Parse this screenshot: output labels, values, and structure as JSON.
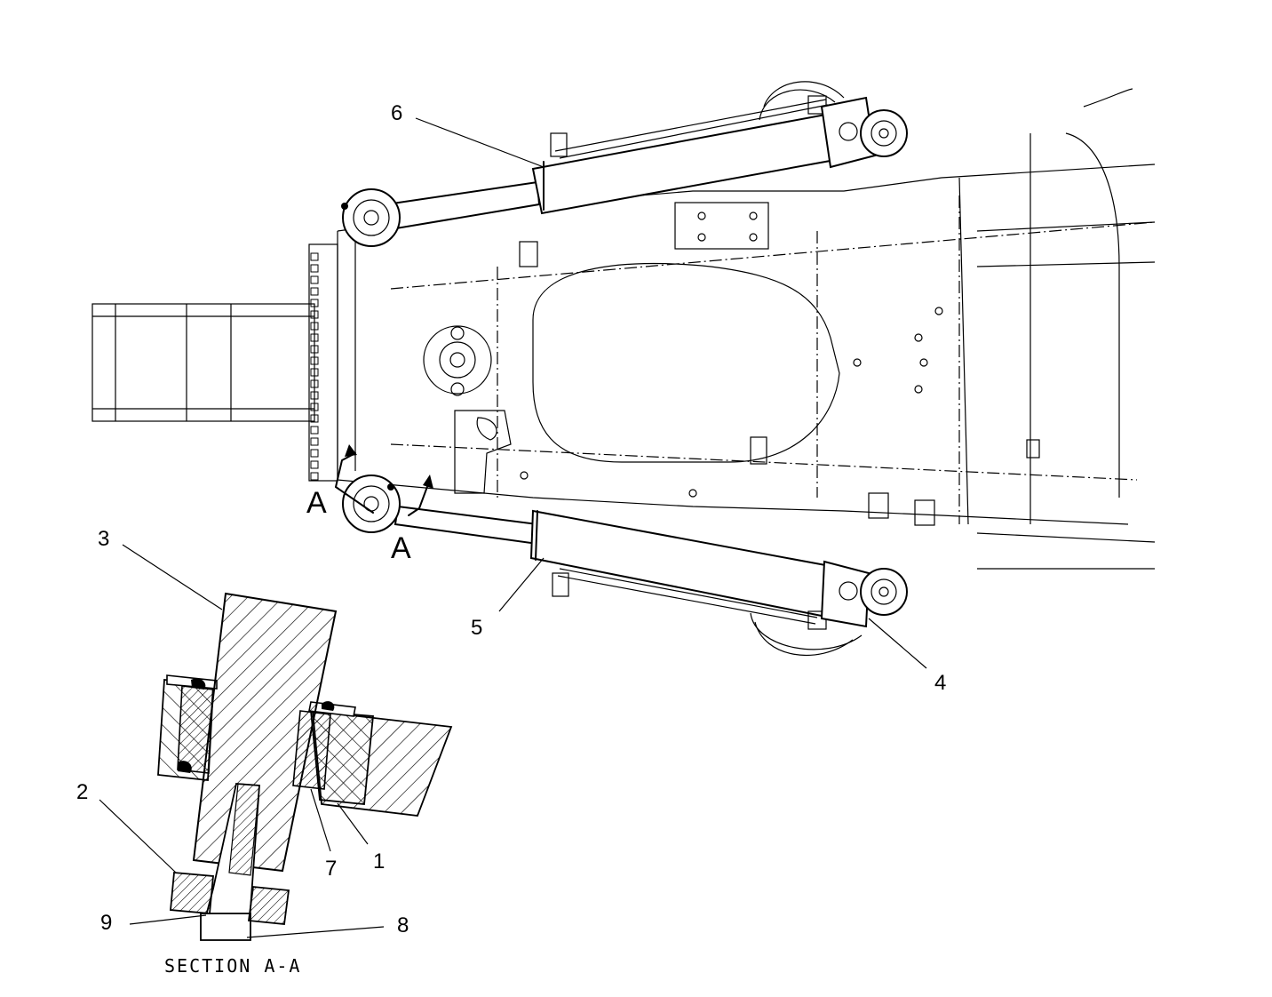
{
  "callouts": {
    "c1": "1",
    "c2": "2",
    "c3": "3",
    "c4": "4",
    "c5": "5",
    "c6": "6",
    "c7": "7",
    "c8": "8",
    "c9": "9"
  },
  "section_marks": {
    "a_left": "A",
    "a_right": "A"
  },
  "section_title": "SECTION A-A"
}
